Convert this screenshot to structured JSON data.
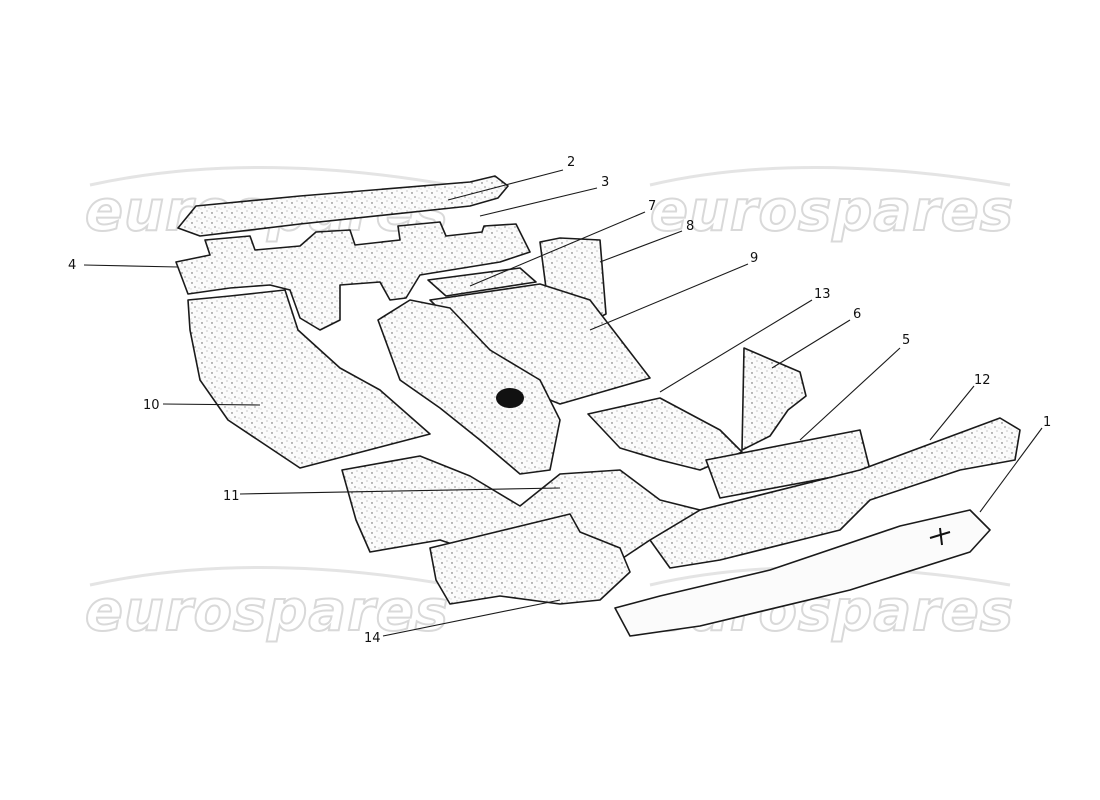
{
  "watermarks": [
    {
      "text": "eurospares"
    },
    {
      "text": "eurospares"
    },
    {
      "text": "eurospares"
    },
    {
      "text": "eurospares"
    }
  ],
  "callouts": [
    {
      "id": "1",
      "text": "1"
    },
    {
      "id": "2",
      "text": "2"
    },
    {
      "id": "3",
      "text": "3"
    },
    {
      "id": "4",
      "text": "4"
    },
    {
      "id": "5",
      "text": "5"
    },
    {
      "id": "6",
      "text": "6"
    },
    {
      "id": "7",
      "text": "7"
    },
    {
      "id": "8",
      "text": "8"
    },
    {
      "id": "9",
      "text": "9"
    },
    {
      "id": "10",
      "text": "10"
    },
    {
      "id": "11",
      "text": "11"
    },
    {
      "id": "12",
      "text": "12"
    },
    {
      "id": "13",
      "text": "13"
    },
    {
      "id": "14",
      "text": "14"
    }
  ]
}
